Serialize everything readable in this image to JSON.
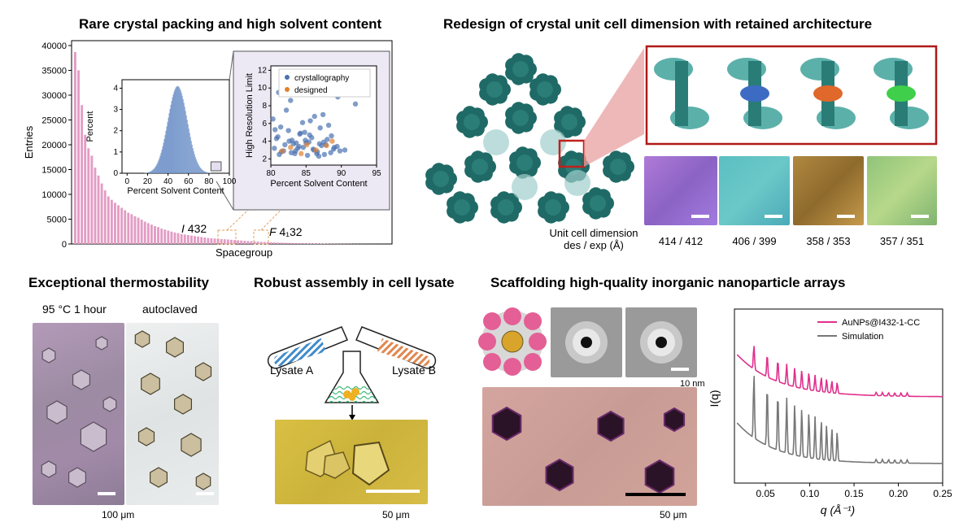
{
  "panel_a": {
    "title": "Rare crystal packing and high solvent content",
    "annot_i432_italic": "I",
    "annot_i432_num": " 432",
    "annot_f432_italic": "F",
    "annot_f432_num": " 4₁32",
    "inset_hist": {
      "xlabel": "Percent Solvent Content",
      "ylabel": "Percent"
    },
    "inset_scatter": {
      "xlabel": "Percent Solvent Content",
      "ylabel": "High Resolution Limit",
      "legend": [
        "crystallography",
        "designed"
      ]
    }
  },
  "panel_b": {
    "title": "Redesign of crystal unit cell dimension with retained architecture",
    "unit_cell_label_line1": "Unit cell dimension",
    "unit_cell_label_line2": "des / exp (Å)",
    "values": [
      "414 / 412",
      "406 / 399",
      "358 / 353",
      "357 / 351"
    ]
  },
  "panel_c": {
    "title": "Exceptional thermostability",
    "label_left": "95 °C 1 hour",
    "label_right": "autoclaved",
    "scale": "100 μm"
  },
  "panel_d": {
    "title": "Robust assembly in cell lysate",
    "lysate_a": "Lysate A",
    "lysate_b": "Lysate B",
    "scale": "50 μm"
  },
  "panel_e": {
    "title": "Scaffolding high-quality inorganic nanoparticle arrays",
    "em_scale": "10 nm",
    "micro_scale": "50 μm"
  },
  "chart_data": [
    {
      "type": "bar",
      "title": "Rare crystal packing and high solvent content",
      "xlabel": "Spacegroup",
      "ylabel": "Entries",
      "ylim": [
        0,
        40000
      ],
      "yticks": [
        "0",
        "5000",
        "10000",
        "15000",
        "20000",
        "25000",
        "30000",
        "35000",
        "40000"
      ],
      "values": [
        38700,
        35000,
        28000,
        22000,
        19300,
        17800,
        15400,
        13800,
        12200,
        10800,
        9600,
        8900,
        8300,
        7800,
        7300,
        6800,
        6300,
        6000,
        5600,
        5300,
        4900,
        4500,
        4200,
        3900,
        3600,
        3400,
        3100,
        2900,
        2700,
        2500,
        2300,
        2200,
        2000,
        1900,
        1800,
        1700,
        1600,
        1500,
        1400,
        1300,
        1200,
        1150,
        1100,
        1050,
        1000,
        950,
        900,
        850,
        800,
        750,
        700,
        650,
        600,
        560,
        520,
        480,
        440,
        400,
        370,
        340,
        310,
        280,
        260,
        240,
        220,
        200,
        180,
        160,
        150,
        140,
        130,
        120,
        110,
        100,
        90,
        80,
        70,
        60,
        55,
        50,
        45,
        40,
        35,
        30,
        25,
        20,
        18,
        16,
        14,
        12,
        10,
        8,
        6,
        4
      ]
    },
    {
      "type": "bar",
      "xlabel": "Percent Solvent Content",
      "ylabel": "Percent",
      "xlim": [
        -5,
        100
      ],
      "ylim": [
        0,
        4.4
      ],
      "xticks": [
        "0",
        "20",
        "40",
        "60",
        "80",
        "100"
      ],
      "yticks": [
        "0",
        "1",
        "2",
        "3",
        "4"
      ]
    },
    {
      "type": "scatter",
      "xlabel": "Percent Solvent Content",
      "ylabel": "High Resolution Limit",
      "xlim": [
        80,
        95
      ],
      "ylim": [
        1.3,
        12.5
      ],
      "xticks": [
        "80",
        "85",
        "90",
        "95"
      ],
      "yticks": [
        "2",
        "4",
        "6",
        "8",
        "10",
        "12"
      ],
      "legend_position": "top-right",
      "series": [
        {
          "name": "crystallography",
          "color": "#4a72b0",
          "x": [
            80.5,
            81,
            81.5,
            82,
            82.5,
            83,
            83.5,
            84,
            84.5,
            85,
            85.5,
            86,
            86.5,
            87,
            87.5,
            88,
            88.5,
            89,
            89.5,
            90.5,
            81.2,
            82.2,
            83.2,
            84.2,
            85.2,
            86.2,
            87.2,
            88.2,
            80.8,
            81.8,
            82.8,
            83.8,
            84.8,
            85.8,
            86.8,
            87.8,
            80.3,
            82.6,
            84.6,
            86.6,
            88.6,
            81.4,
            83.4,
            85.4,
            87.4,
            89.4,
            82.1,
            84.1,
            86.1,
            92,
            89.8,
            83.6,
            85.6,
            81.1,
            82.9,
            84.9,
            86.9,
            80.6,
            87.6,
            88.9
          ],
          "y": [
            3.2,
            4.5,
            2.8,
            3.6,
            5.2,
            4.1,
            2.9,
            3.4,
            6.1,
            3.8,
            4.7,
            3.1,
            2.6,
            5.5,
            3.9,
            4.2,
            2.7,
            3.3,
            9.0,
            3.0,
            2.5,
            7.5,
            3.7,
            4.9,
            2.4,
            6.8,
            3.5,
            5.8,
            4.3,
            2.9,
            8.6,
            3.2,
            5.0,
            4.4,
            2.3,
            3.6,
            6.5,
            4.0,
            3.3,
            2.8,
            4.6,
            5.6,
            2.6,
            3.9,
            7.0,
            3.4,
            10.4,
            4.8,
            3.0,
            8.2,
            2.9,
            3.8,
            6.3,
            9.5,
            2.7,
            4.1,
            3.7,
            5.3,
            2.5,
            3.1
          ]
        },
        {
          "name": "designed",
          "color": "#e08030",
          "x": [
            81.6,
            82.8,
            84.3,
            85.1,
            86.4,
            87.9,
            88.7
          ],
          "y": [
            2.9,
            3.3,
            2.6,
            3.6,
            3.0,
            3.5,
            4.0
          ]
        }
      ]
    },
    {
      "type": "line",
      "xlabel": "q (Å⁻¹)",
      "ylabel": "I(q)",
      "xlim": [
        0.015,
        0.25
      ],
      "xticks": [
        "0.05",
        "0.10",
        "0.15",
        "0.20",
        "0.25"
      ],
      "legend_position": "top-right",
      "series": [
        {
          "name": "AuNPs@I432-1-CC",
          "color": "#e0308c"
        },
        {
          "name": "Simulation",
          "color": "#777777"
        }
      ]
    }
  ]
}
